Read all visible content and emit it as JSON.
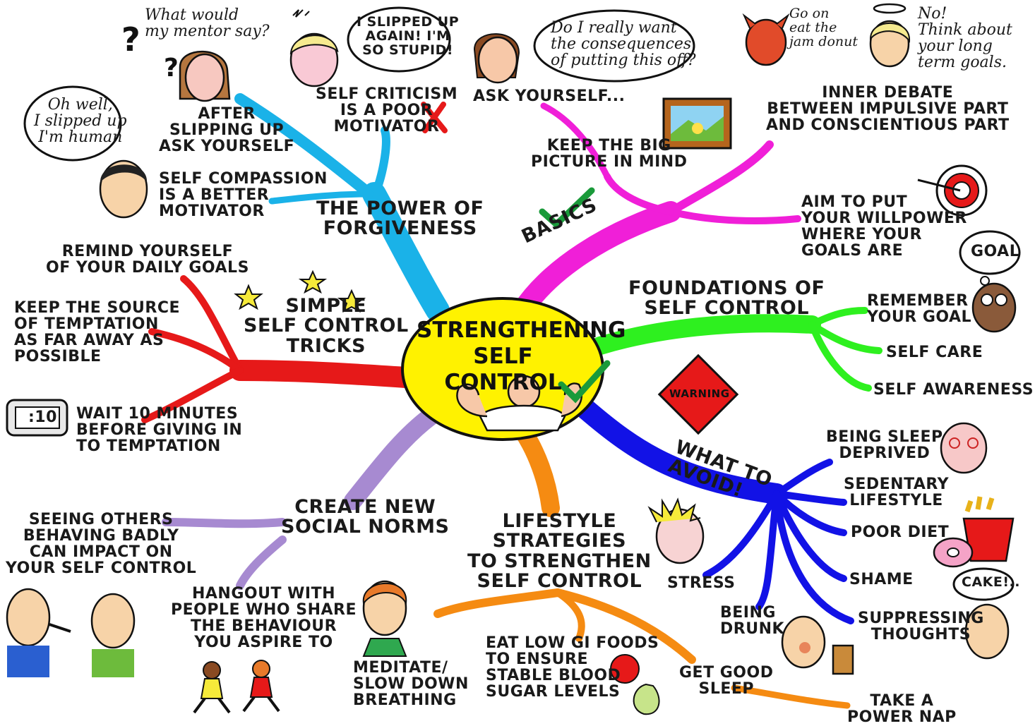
{
  "center": {
    "line1": "STRENGTHENING",
    "line2": "SELF CONTROL",
    "color": "#fff200"
  },
  "branch_colors": {
    "forgiveness": "#1ab2e8",
    "basics": "#f01fd8",
    "foundations": "#2ef01f",
    "avoid": "#1212e6",
    "lifestyle": "#f58b12",
    "social": "#a78ad1",
    "tricks": "#e61919"
  },
  "forgiveness": {
    "heading": [
      "THE POWER OF",
      "FORGIVENESS"
    ],
    "mentor_bubble": [
      "What would",
      "my mentor say?"
    ],
    "after_slip": [
      "AFTER",
      "SLIPPING UP",
      "ASK YOURSELF"
    ],
    "slipped_bubble": [
      "I SLIPPED UP",
      "AGAIN!  I'M",
      "SO STUPID!"
    ],
    "criticism": [
      "SELF CRITICISM",
      "IS A POOR",
      "MOTIVATOR"
    ],
    "human_bubble": [
      "Oh well,",
      "I slipped up",
      "I'm human"
    ],
    "compassion": [
      "SELF COMPASSION",
      "IS A BETTER",
      "MOTIVATOR"
    ]
  },
  "basics": {
    "heading": "BASICS",
    "ask_bubble": [
      "Do I really want",
      "the consequences",
      "of putting this off?"
    ],
    "ask": "ASK YOURSELF...",
    "big_picture": [
      "KEEP THE BIG",
      "PICTURE IN MIND"
    ],
    "devil_bubble": [
      "Go on",
      "eat the",
      "jam donut"
    ],
    "angel_bubble": [
      "No!",
      "Think about",
      "your long",
      "term goals."
    ],
    "debate": [
      "INNER DEBATE",
      "BETWEEN IMPULSIVE PART",
      "AND CONSCIENTIOUS PART"
    ],
    "aim": [
      "AIM TO PUT",
      "YOUR WILLPOWER",
      "WHERE YOUR",
      "GOALS ARE"
    ]
  },
  "foundations": {
    "heading": [
      "FOUNDATIONS OF",
      "SELF CONTROL"
    ],
    "goal_bubble": "GOAL",
    "remember": [
      "REMEMBER",
      "YOUR GOAL"
    ],
    "care": "SELF CARE",
    "awareness": "SELF AWARENESS"
  },
  "avoid": {
    "warning": "WARNING",
    "heading": [
      "WHAT TO",
      "AVOID!"
    ],
    "sleep": [
      "BEING SLEEP",
      "DEPRIVED"
    ],
    "sedentary": [
      "SEDENTARY",
      "LIFESTYLE"
    ],
    "diet": "POOR DIET",
    "shame": "SHAME",
    "stress": "STRESS",
    "drunk": [
      "BEING",
      "DRUNK"
    ],
    "cake_bubble": "CAKE!..",
    "suppress": [
      "SUPPRESSING",
      "THOUGHTS"
    ]
  },
  "lifestyle": {
    "heading": [
      "LIFESTYLE",
      "STRATEGIES",
      "TO STRENGTHEN",
      "SELF CONTROL"
    ],
    "meditate": [
      "MEDITATE/",
      "SLOW DOWN",
      "BREATHING"
    ],
    "foods": [
      "EAT LOW GI FOODS",
      "TO ENSURE",
      "STABLE BLOOD",
      "SUGAR LEVELS"
    ],
    "sleep": [
      "GET GOOD",
      "SLEEP"
    ],
    "nap": [
      "TAKE A",
      "POWER NAP"
    ]
  },
  "social": {
    "heading": [
      "CREATE NEW",
      "SOCIAL NORMS"
    ],
    "seeing": [
      "SEEING OTHERS",
      "BEHAVING BADLY",
      "CAN IMPACT ON",
      "YOUR SELF CONTROL"
    ],
    "hangout": [
      "HANGOUT WITH",
      "PEOPLE WHO SHARE",
      "THE BEHAVIOUR",
      "YOU ASPIRE TO"
    ]
  },
  "tricks": {
    "heading": [
      "SIMPLE",
      "SELF CONTROL",
      "TRICKS"
    ],
    "remind": [
      "REMIND YOURSELF",
      "OF YOUR DAILY GOALS"
    ],
    "source": [
      "KEEP THE SOURCE",
      "OF TEMPTATION",
      "AS FAR AWAY AS",
      "POSSIBLE"
    ],
    "timer": ":10",
    "wait": [
      "WAIT 10 MINUTES",
      "BEFORE GIVING IN",
      "TO TEMPTATION"
    ]
  }
}
